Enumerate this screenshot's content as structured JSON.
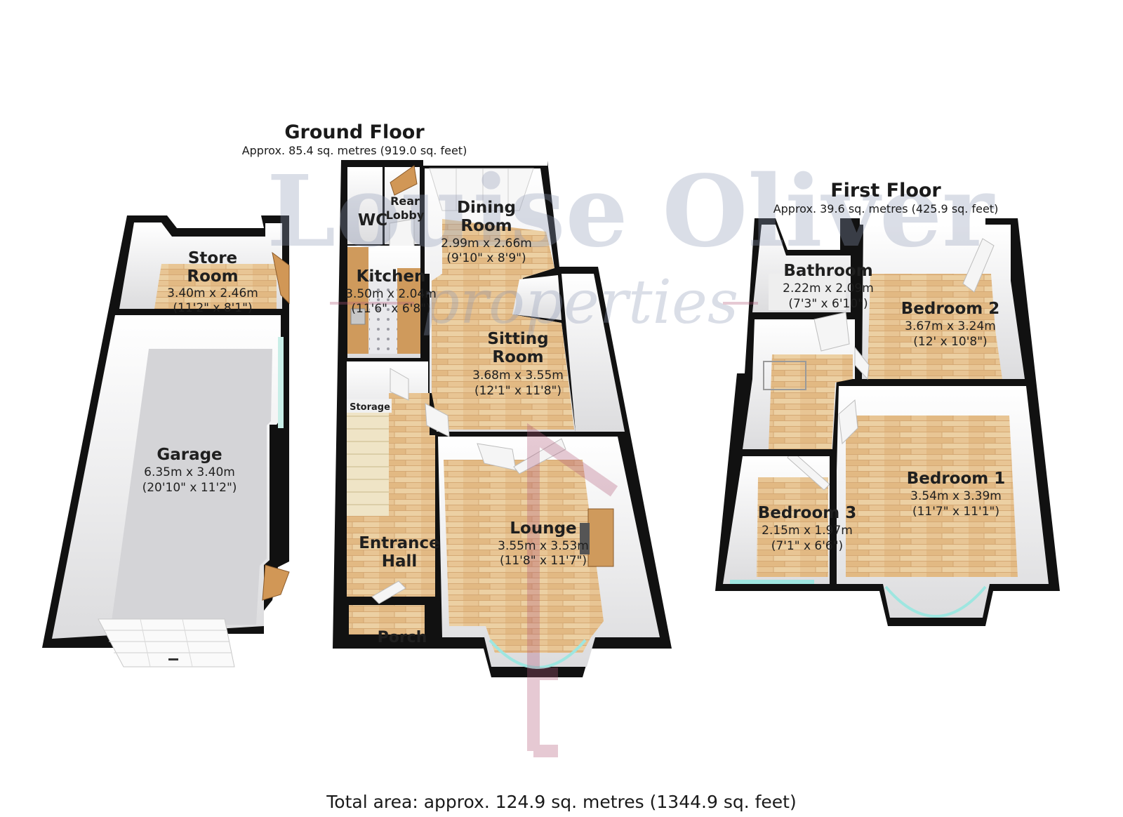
{
  "watermark": {
    "line1": "Louise Oliver",
    "line2": "properties"
  },
  "ground_floor": {
    "title": "Ground Floor",
    "area": "Approx. 85.4 sq. metres (919.0 sq. feet)",
    "rooms": {
      "store": {
        "name1": "Store",
        "name2": "Room",
        "dim_m": "3.40m x 2.46m",
        "dim_ft": "(11'2\" x 8'1\")"
      },
      "garage": {
        "name": "Garage",
        "dim_m": "6.35m x 3.40m",
        "dim_ft": "(20'10\" x 11'2\")"
      },
      "wc": {
        "name": "WC"
      },
      "rear_lobby": {
        "name1": "Rear",
        "name2": "Lobby"
      },
      "dining": {
        "name1": "Dining",
        "name2": "Room",
        "dim_m": "2.99m x 2.66m",
        "dim_ft": "(9'10\" x 8'9\")"
      },
      "kitchen": {
        "name": "Kitchen",
        "dim_m": "3.50m x 2.04m",
        "dim_ft": "(11'6\" x 6'8\")"
      },
      "sitting": {
        "name1": "Sitting",
        "name2": "Room",
        "dim_m": "3.68m x 3.55m",
        "dim_ft": "(12'1\" x 11'8\")"
      },
      "storage": {
        "name": "Storage"
      },
      "entrance": {
        "name1": "Entrance",
        "name2": "Hall"
      },
      "lounge": {
        "name": "Lounge",
        "dim_m": "3.55m x 3.53m",
        "dim_ft": "(11'8\" x 11'7\")"
      },
      "porch": {
        "name": "Porch"
      }
    }
  },
  "first_floor": {
    "title": "First Floor",
    "area": "Approx. 39.6 sq. metres (425.9 sq. feet)",
    "rooms": {
      "bathroom": {
        "name": "Bathroom",
        "dim_m": "2.22m x 2.09m",
        "dim_ft": "(7'3\" x 6'10\")"
      },
      "bedroom2": {
        "name": "Bedroom 2",
        "dim_m": "3.67m x 3.24m",
        "dim_ft": "(12' x 10'8\")"
      },
      "bedroom1": {
        "name": "Bedroom 1",
        "dim_m": "3.54m x 3.39m",
        "dim_ft": "(11'7\" x 11'1\")"
      },
      "bedroom3": {
        "name": "Bedroom 3",
        "dim_m": "2.15m x 1.97m",
        "dim_ft": "(7'1\" x 6'6\")"
      }
    }
  },
  "total_area": "Total area: approx. 124.9 sq. metres (1344.9 sq. feet)",
  "colors": {
    "wall": "#111111",
    "wood": "#e6c08e",
    "wood_dark": "#d6a872",
    "garage_floor": "#d5d5d8",
    "wall_face": "#f2f2f2",
    "watermark": "#8f9ab6",
    "watermark_accent": "#b25a7a"
  }
}
